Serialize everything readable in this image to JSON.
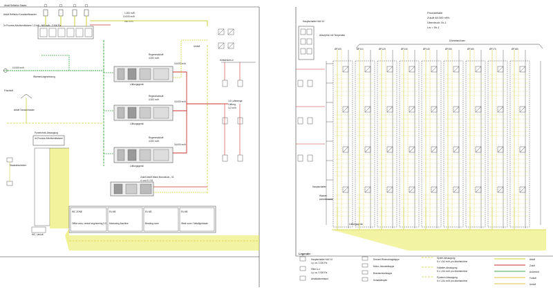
{
  "colors": {
    "exhaust": "#cfcf3a",
    "supply": "#c8302c",
    "outside": "#3aa845",
    "circulation": "#e0c23a",
    "line": "#333333",
    "duct_fill": "#e8e84a"
  },
  "top_tags": [
    "Abluft Reflektor Stacks",
    "1.000 m³/h",
    "10.000 m³/h",
    "960 m³/h"
  ],
  "left_labels": {
    "process_exhaust": "Abluft Reflektor Kunststoffbrander",
    "process_exhaust_sub": "2x Prozess Abluftventilatoren 1,5 kW - 560 m³/h - 2.000 Pa",
    "outside_air": "10.000 m³/h",
    "heat_recovery": "Wärmerückgewinnung",
    "fresh_air": "Frischluft",
    "exhaust_cap": "Abluft Tondachhaube",
    "pyrotech": "Pyrotechnik-Absaugung",
    "pyrotech_sub": "4x Prozess Abluftventilatoren",
    "dust": "Staubabscheider",
    "circuit": "WC- Umluft"
  },
  "units": [
    {
      "label": "Regenerativluft",
      "flow": "4.000 m³/h",
      "right": "16.000 m³/h"
    },
    {
      "label": "Regenerativluft",
      "flow": "4.000 m³/h",
      "right": "16.000 m³/h"
    },
    {
      "label": "Regenerativluft",
      "flow": "4.000 m³/h",
      "right": "16.000 m³/h"
    }
  ],
  "center_labels": {
    "supply_main": "Zuluft Abluft Wand Monoblock - 01",
    "supply_sub": "4. und 5. OG",
    "ahu_1": "Lüftungsgerät",
    "ahu_2": "Lüftungsgerät",
    "ahu_3": "Lüftungsgerät",
    "bypass": "Umluft",
    "right_group": "Kühldecken-4",
    "split": "1/2 Luftmenge",
    "split_sub": "Lüftung",
    "flow_a": "3,2 m³/h"
  },
  "bottom_rooms": [
    {
      "name": "Office area, central engineering 3.0",
      "tag": "WC ZONE"
    },
    {
      "name": "Measuring Machine",
      "tag": "EU AB"
    },
    {
      "name": "Bending room",
      "tag": "EU AB"
    },
    {
      "name": "Weld room / Metallgebäude",
      "tag": "EU AB"
    }
  ],
  "right_header": {
    "title": "Produkthalle",
    "line1": "Zuluft 48.000 m³/h",
    "line2": "Überdruck 1h-1",
    "line3": "Lw = 5h-1",
    "panel_note": "Hauptschalter NAV 10",
    "panel_note2": "Absorption mit Temperatur",
    "top_bus": "8 Arbeitsbühnen",
    "left_bottom_1": "Hauptschalter",
    "left_bottom_2": "Wasser-",
    "left_bottom_3": "einheitenseite",
    "bottom_bus": "Lüftungsgerät"
  },
  "column_tags": [
    "ØF100",
    "ØF110",
    "ØF120",
    "ØF130",
    "ØF140",
    "ØF150",
    "ØF160",
    "ØF170",
    "ØF180"
  ],
  "legend": {
    "title": "Legende:",
    "items_col1": [
      {
        "name": "Hauptschalter NAV 10",
        "sub": "Lp, ca. 2.000 Pa"
      },
      {
        "name": "Filter A-4",
        "sub": "Lp, ca. 2.000 Pa"
      },
      {
        "name": "Abluftwärmetauer",
        "sub": ""
      }
    ],
    "items_col2": [
      {
        "name": "Drossel-Rückschlagklappe"
      },
      {
        "name": "Motor-Jalousieklappe"
      },
      {
        "name": "Brandschutzklappe"
      },
      {
        "name": "Schalldämpfer"
      }
    ],
    "items_col3": [
      {
        "name": "Spüler-Absaugung",
        "sub": "5 x 1,5U m³/h pro Arbeitsbühne"
      },
      {
        "name": "Vollaster-Absaugung",
        "sub": "5 x 1,5U m³/h pro Arbeitsbühne"
      },
      {
        "name": "Pyrotech-Absaugung",
        "sub": "5 x 1,5U m³/h pro Arbeitsbühne"
      }
    ],
    "line_types": [
      {
        "name": "Abluft",
        "color": "#cfcf3a"
      },
      {
        "name": "Zuluft",
        "color": "#c8302c"
      },
      {
        "name": "Außenluft",
        "color": "#3aa845"
      },
      {
        "name": "Fortluft",
        "color": "#e0c23a"
      },
      {
        "name": "Umluft",
        "color": "#e0c23a"
      }
    ]
  }
}
